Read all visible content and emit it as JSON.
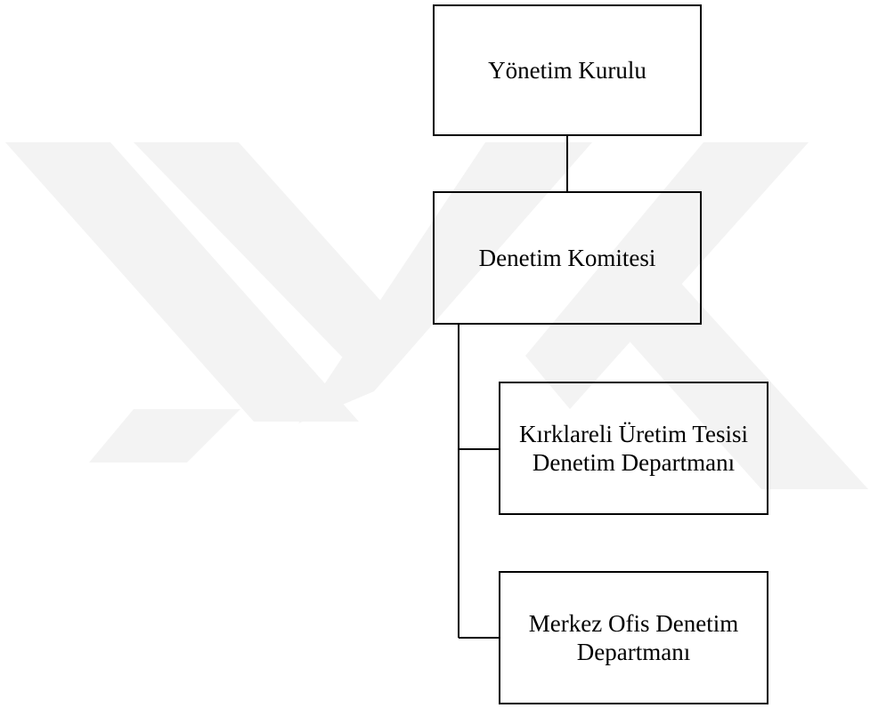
{
  "diagram": {
    "nodes": [
      {
        "id": "yonetim",
        "label": "Yönetim Kurulu"
      },
      {
        "id": "denetim",
        "label": "Denetim Komitesi"
      },
      {
        "id": "kirklareli",
        "label": "Kırklareli Üretim Tesisi Denetim Departmanı"
      },
      {
        "id": "merkez",
        "label": "Merkez Ofis Denetim Departmanı"
      }
    ],
    "edges": [
      {
        "from": "yonetim",
        "to": "denetim"
      },
      {
        "from": "denetim",
        "to": "kirklareli"
      },
      {
        "from": "denetim",
        "to": "merkez"
      }
    ]
  },
  "colors": {
    "line": "#000000",
    "watermark": "#f2f2f2"
  },
  "watermark_icon": "yok-logo-watermark"
}
